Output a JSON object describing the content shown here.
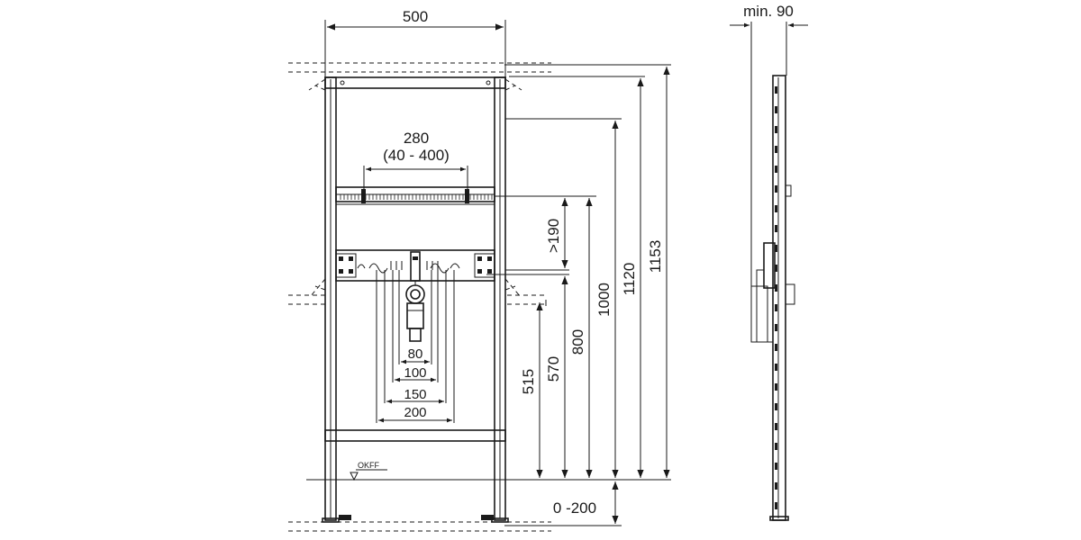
{
  "front_view": {
    "width_dim": "500",
    "spacing_dim": "280",
    "spacing_range_dim": "(40 - 400)",
    "dim_190": ">190",
    "dim_80": "80",
    "dim_100": "100",
    "dim_150": "150",
    "dim_200": "200",
    "okff_label": "OKFF",
    "height_dims": {
      "d515": "515",
      "d570": "570",
      "d800": "800",
      "d1000": "1000",
      "d1120": "1120",
      "d1153": "1153"
    },
    "floor_adjust_dim": "0 -200"
  },
  "side_view": {
    "depth_dim": "min. 90"
  }
}
